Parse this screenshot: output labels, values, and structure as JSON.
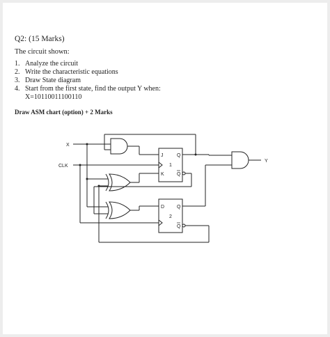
{
  "question": {
    "title": "Q2: (15 Marks)",
    "intro": "The circuit shown:",
    "tasks": [
      {
        "num": "1.",
        "text": "Analyze the circuit"
      },
      {
        "num": "2.",
        "text": "Write the characteristic equations"
      },
      {
        "num": "3.",
        "text": "Draw State diagram"
      },
      {
        "num": "4.",
        "text": "Start from the first state, find the output Y when:"
      }
    ],
    "sequence": "X=10110011100110",
    "asm_note": "Draw ASM chart (option) + 2 Marks"
  },
  "circuit": {
    "input_x": "X",
    "input_clk": "CLK",
    "output_y": "Y",
    "ff1": {
      "in_top": "J",
      "in_bottom": "K",
      "out_top": "Q",
      "out_bottom": "Q",
      "label": "1"
    },
    "ff2": {
      "in_top": "D",
      "out_top": "Q",
      "out_bottom": "Q",
      "label": "2"
    }
  }
}
